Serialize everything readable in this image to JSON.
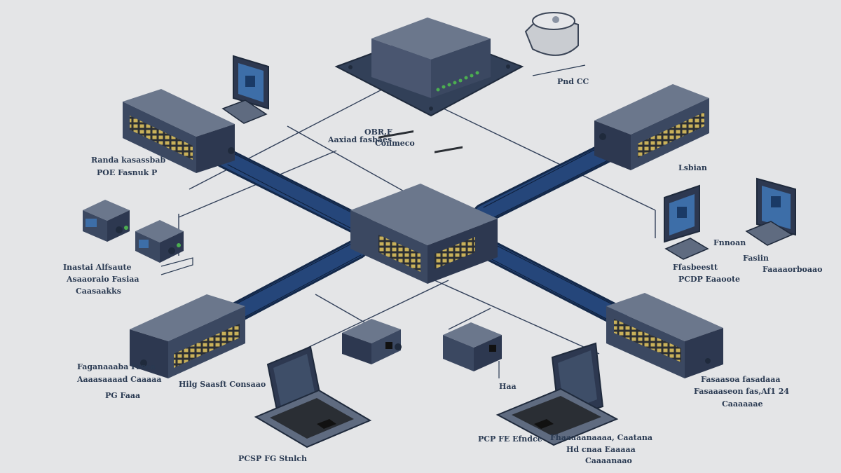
{
  "diagram": {
    "colors": {
      "background": "#e4e5e7",
      "device_top": "#5f6b80",
      "device_front": "#3b4861",
      "device_side": "#2d3850",
      "cable": "#1f3a66",
      "port": "#c9b15a",
      "led": "#4caf50",
      "screen": "#3d6ea8"
    },
    "labels": {
      "ceiling_ap": "Pnd CC",
      "center_top_a": "Aaxiad fasbaes",
      "center_top_b": "OBR,F",
      "center_top_c": "Conmeco",
      "left_switch_a": "Randa kasassbab",
      "left_switch_b": "POE Fasnuk P",
      "left_small_a": "Inastai Alfsaute",
      "left_small_b": "Asaaoraio Fasiaa",
      "left_small_c": "Caasaakks",
      "right_switch": "Lsbian",
      "right_mid_a": "Fnnoan",
      "right_mid_b": "Fasiin",
      "right_mid_c": "Ffasbeestt",
      "right_mid_d": "PCDP Eaaoote",
      "right_mid_e": "Faaaaorboaao",
      "bottom_left_a": "Faganaaaba Fasea",
      "bottom_left_b": "Aaaasaaaad Caaaaa",
      "bottom_left_c": "PG Faaa",
      "bottom_left_switch": "Hilg Saasft Consaao",
      "bottom_right_a": "Fasaasoa fasadaaa",
      "bottom_right_b": "Fasaaaseon fas,Af1 24",
      "bottom_right_c": "Caaaaaae",
      "laptop_left": "PCSP FG Stnlch",
      "laptop_right": "PCP FE Efndce",
      "small_right": "Haa",
      "bottom_center_a": "Fhaaaaanaaaa, Caatana",
      "bottom_center_b": "Hd cnaa Eaaaaa",
      "bottom_center_c": "Caaaanaao"
    }
  }
}
